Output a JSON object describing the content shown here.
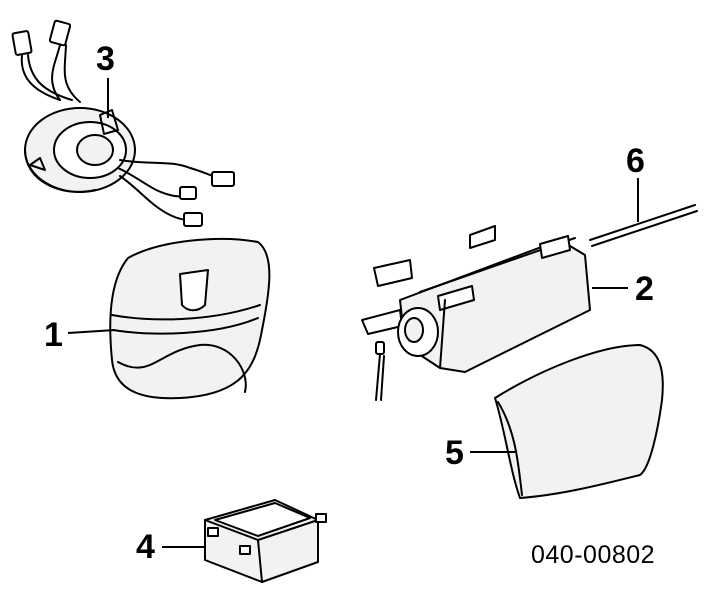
{
  "callouts": {
    "c1": "1",
    "c2": "2",
    "c3": "3",
    "c4": "4",
    "c5": "5",
    "c6": "6"
  },
  "document_number": "040-00802"
}
